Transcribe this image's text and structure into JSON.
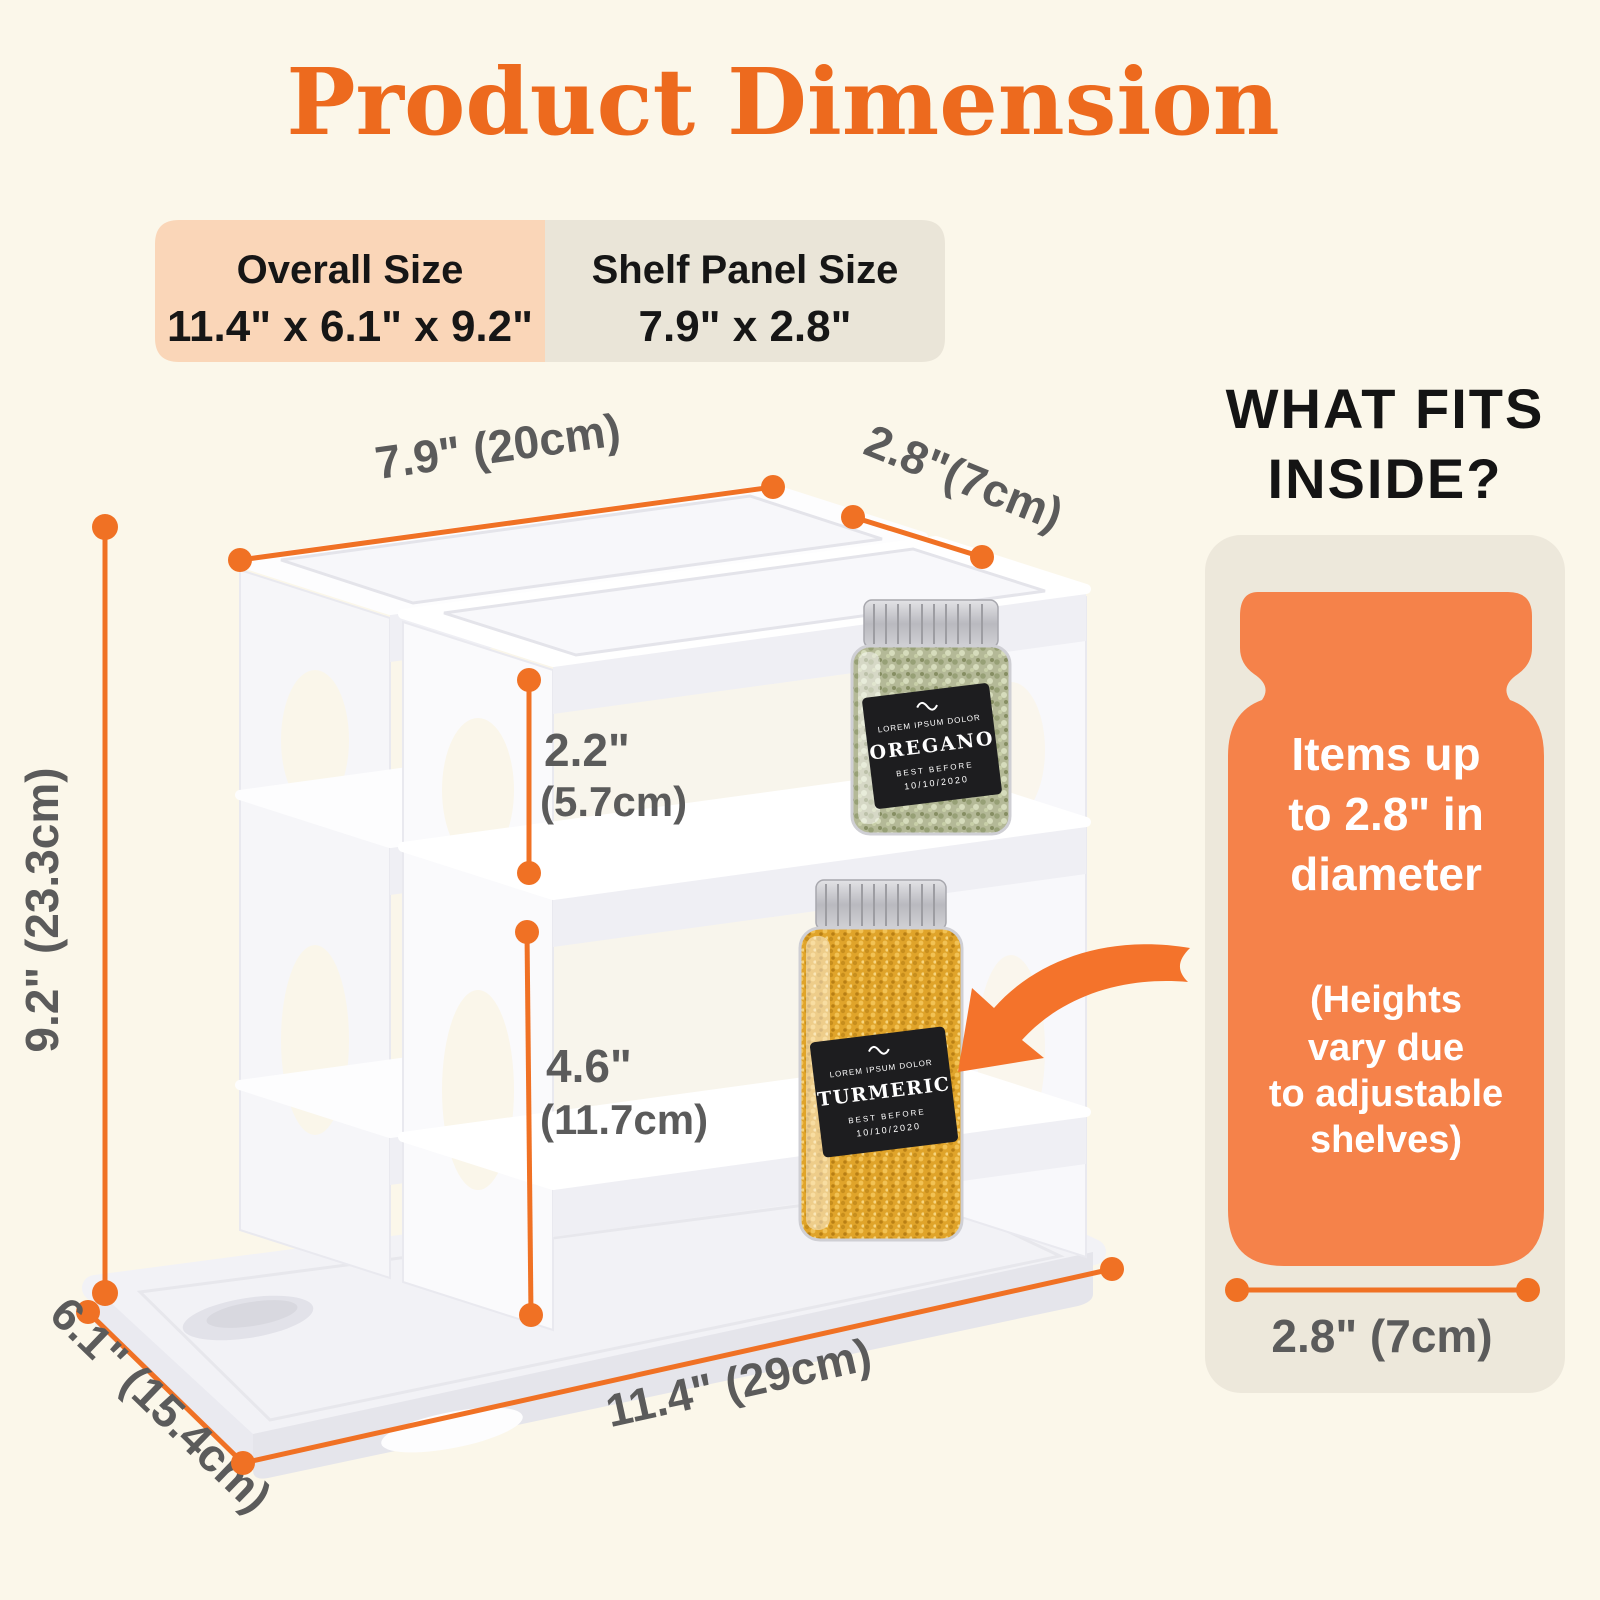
{
  "title": "Product Dimension",
  "size_boxes": {
    "overall": {
      "label": "Overall Size",
      "value": "11.4\" x 6.1\" x 9.2\""
    },
    "shelf": {
      "label": "Shelf Panel Size",
      "value": "7.9\" x 2.8\""
    }
  },
  "dims": {
    "top_length": "7.9\" (20cm)",
    "top_depth": "2.8\"(7cm)",
    "tier_gap_in": "2.2\"",
    "tier_gap_cm": "(5.7cm)",
    "lower_gap_in": "4.6\"",
    "lower_gap_cm": "(11.7cm)",
    "height": "9.2\" (23.3cm)",
    "base_depth": "6.1\" (15.4cm)",
    "base_length": "11.4\" (29cm)",
    "fit_diameter": "2.8\" (7cm)"
  },
  "what_fits": {
    "heading1": "WHAT FITS",
    "heading2": "INSIDE?",
    "line1": "Items up",
    "line2": "to 2.8\" in",
    "line3": "diameter",
    "note1": "(Heights",
    "note2": "vary due",
    "note3": "to adjustable",
    "note4": "shelves)"
  },
  "jars": {
    "oregano": {
      "brand": "LOREM IPSUM DOLOR",
      "name": "OREGANO",
      "best": "BEST BEFORE",
      "date": "10/10/2020"
    },
    "turmeric": {
      "brand": "LOREM IPSUM DOLOR",
      "name": "TURMERIC",
      "best": "BEST BEFORE",
      "date": "10/10/2020"
    }
  },
  "colors": {
    "accent_title": "#ED6A1E",
    "dimension_line": "#F07124",
    "jar_panel_orange": "#F5824A",
    "arrow_orange": "#F4732B",
    "overall_box": "#FAD6B8",
    "shelf_box": "#EAE5D8",
    "right_panel": "#EDE8DB",
    "background": "#FBF7EA",
    "text_dark": "#161616",
    "text_dim": "#5B5B5B"
  }
}
